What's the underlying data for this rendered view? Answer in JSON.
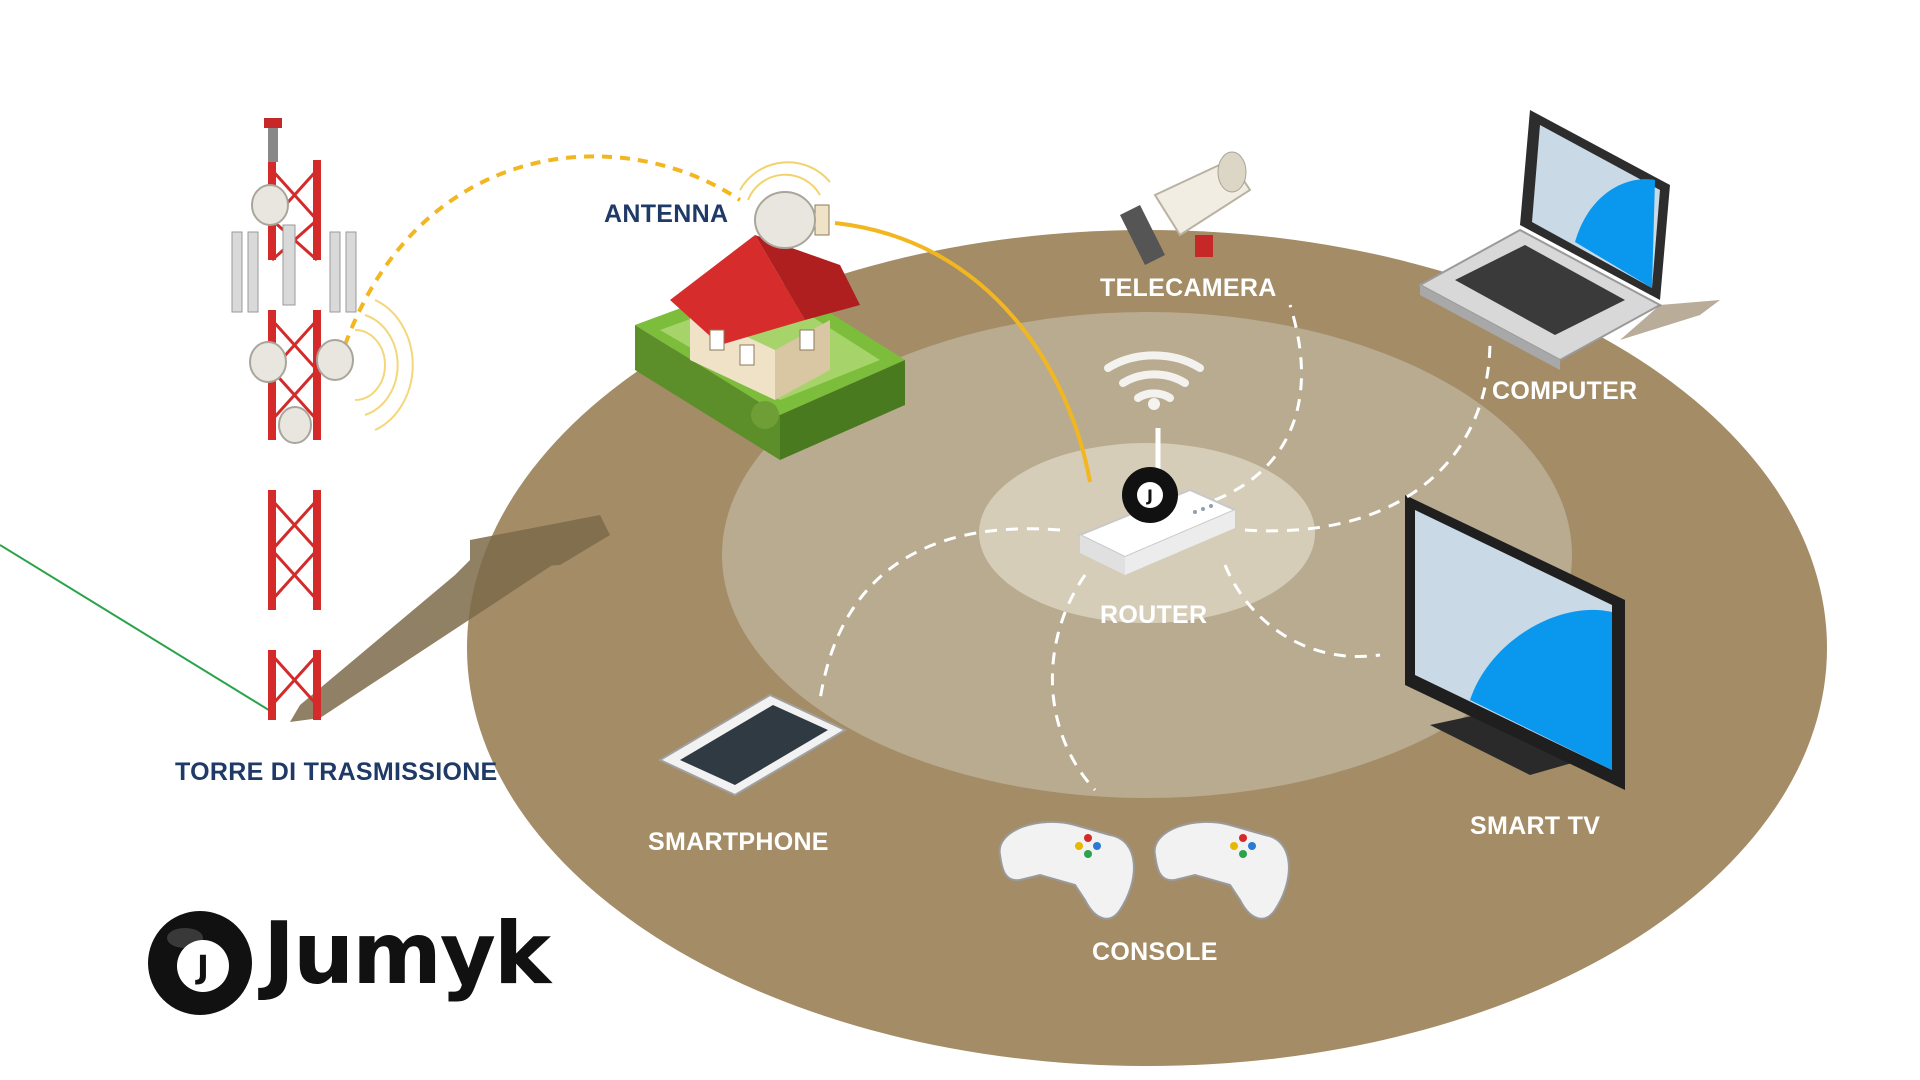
{
  "labels": {
    "tower": "TORRE DI TRASMISSIONE",
    "antenna": "ANTENNA",
    "camera": "TELECAMERA",
    "computer": "COMPUTER",
    "router": "ROUTER",
    "smart_tv": "SMART TV",
    "smartphone": "SMARTPHONE",
    "console": "CONSOLE"
  },
  "brand": {
    "name": "Jumyk",
    "logo_glyph": "J"
  },
  "colors": {
    "outer_disc": "#a38c66",
    "middle_disc": "#b8ab90",
    "inner_disc": "#d6cdb9",
    "signal_link": "#f2b720",
    "tower_red": "#d42a2a",
    "screen_blue": "#0a98ef",
    "label_dark": "#1f3a66"
  }
}
